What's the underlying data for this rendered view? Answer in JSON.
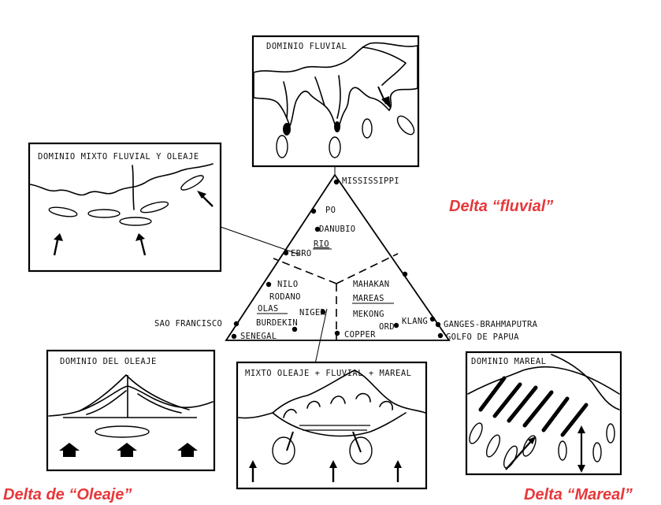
{
  "accent_color": "#e8373a",
  "panels": {
    "fluvial": "DOMINIO FLUVIAL",
    "mixto_fluvial_oleaje": "DOMINIO MIXTO FLUVIAL Y OLEAJE",
    "oleaje": "DOMINIO DEL OLEAJE",
    "mixto_all": "MIXTO OLEAJE + FLUVIAL + MAREAL",
    "mareal": "DOMINIO MAREAL"
  },
  "triangle": {
    "apex_labels": {
      "rio": "RIO",
      "olas": "OLAS",
      "mareas": "MAREAS"
    },
    "deltas": [
      "MISSISSIPPI",
      "PO",
      "DANUBIO",
      "EBRO",
      "NILO",
      "RODANO",
      "NIGER",
      "BURDEKIN",
      "SAO FRANCISCO",
      "SENEGAL",
      "MAHAKAN",
      "MEKONG",
      "ORD",
      "KLANG",
      "COPPER",
      "GANGES-BRAHMAPUTRA",
      "GOLFO DE PAPUA"
    ]
  },
  "captions": {
    "fluvial": "Delta “fluvial”",
    "oleaje": "Delta de “Oleaje”",
    "mareal": "Delta “Mareal”"
  }
}
